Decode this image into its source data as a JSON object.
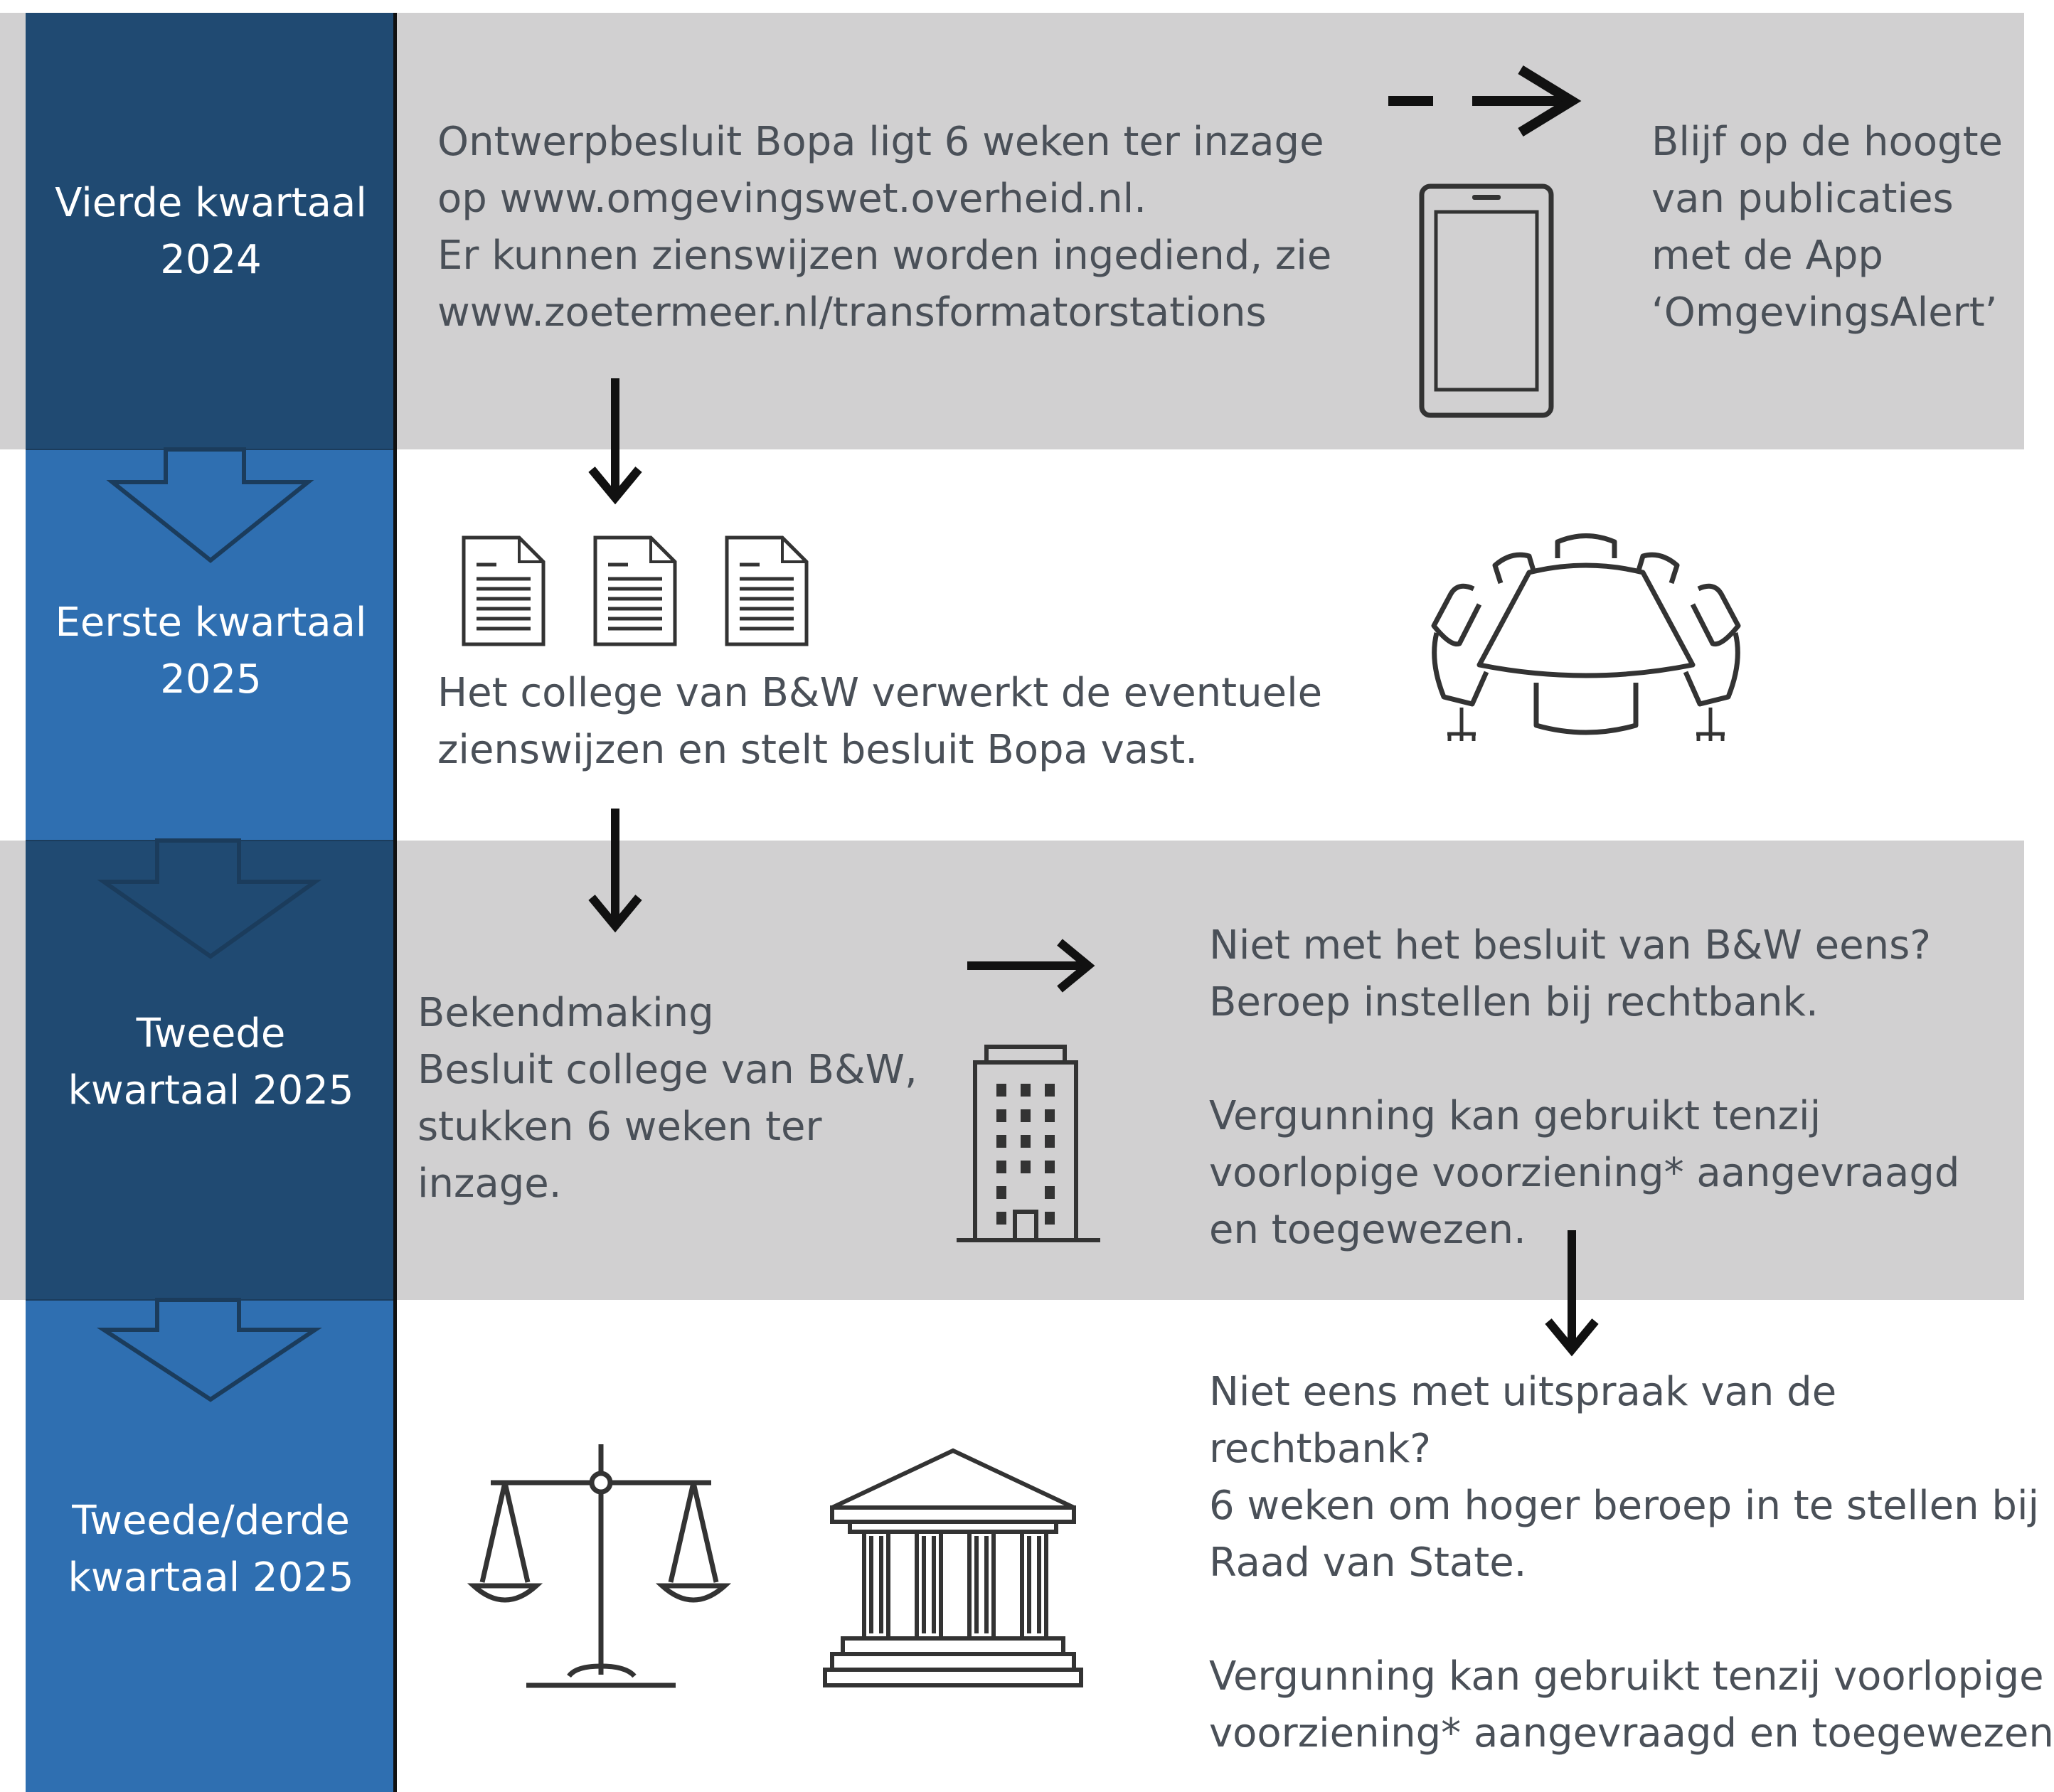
{
  "colors": {
    "dark_blue": "#204a72",
    "light_blue": "#2f6fb1",
    "band_gray": "#d1d0d1",
    "text": "#4a5058",
    "arrow": "#111111"
  },
  "periods": [
    {
      "line1": "Vierde kwartaal",
      "line2": "2024"
    },
    {
      "line1": "Eerste kwartaal",
      "line2": "2025"
    },
    {
      "line1": "Tweede",
      "line2": "kwartaal 2025"
    },
    {
      "line1": "Tweede/derde",
      "line2": "kwartaal 2025"
    }
  ],
  "step1": {
    "lines": [
      "Ontwerpbesluit Bopa ligt 6 weken ter inzage",
      "op www.omgevingswet.overheid.nl.",
      "Er kunnen zienswijzen worden ingediend, zie",
      "www.zoetermeer.nl/transformatorstations"
    ],
    "app_lines": [
      "Blijf op de hoogte",
      "van publicaties",
      "met de App",
      "‘OmgevingsAlert’"
    ]
  },
  "step2": {
    "lines": [
      "Het college van B&W verwerkt de eventuele",
      "zienswijzen en stelt besluit Bopa vast."
    ]
  },
  "step3": {
    "lines": [
      "Bekendmaking",
      "Besluit college van B&W,",
      "stukken 6 weken ter",
      "inzage."
    ],
    "appeal_lines": [
      "Niet met het besluit van B&W eens?",
      "Beroep instellen bij rechtbank."
    ],
    "permit_lines": [
      "Vergunning kan gebruikt tenzij",
      "voorlopige voorziening* aangevraagd",
      "en toegewezen."
    ]
  },
  "step4": {
    "appeal_lines": [
      "Niet eens met uitspraak van de",
      "rechtbank?",
      "6 weken om hoger beroep in te stellen bij",
      "Raad van State."
    ],
    "permit_lines": [
      "Vergunning kan gebruikt tenzij voorlopige",
      "voorziening* aangevraagd en toegewezen"
    ]
  },
  "icons": [
    "tablet-icon",
    "document-icon",
    "meeting-table-icon",
    "office-building-icon",
    "scales-of-justice-icon",
    "courthouse-icon"
  ]
}
